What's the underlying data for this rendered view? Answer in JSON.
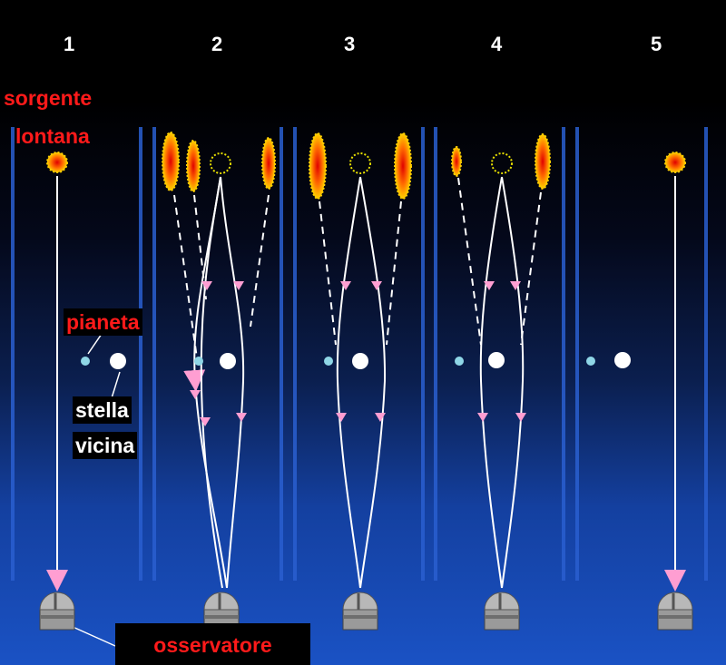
{
  "panels": [
    "1",
    "2",
    "3",
    "4",
    "5"
  ],
  "labels": {
    "source": [
      "sorgente",
      "lontana"
    ],
    "planet": "pianeta",
    "near_star": [
      "stella",
      "vicina"
    ],
    "observer": "osservatore"
  },
  "colors": {
    "label_red": "#ff1a1a",
    "ray": "#ffffff",
    "arrow": "#ff9ed2",
    "planet": "#8fd6e6",
    "star": "#ffffff",
    "column_line": "#2a5fd0",
    "source_core": "#ff3a00",
    "source_glow": "#ffd000"
  }
}
